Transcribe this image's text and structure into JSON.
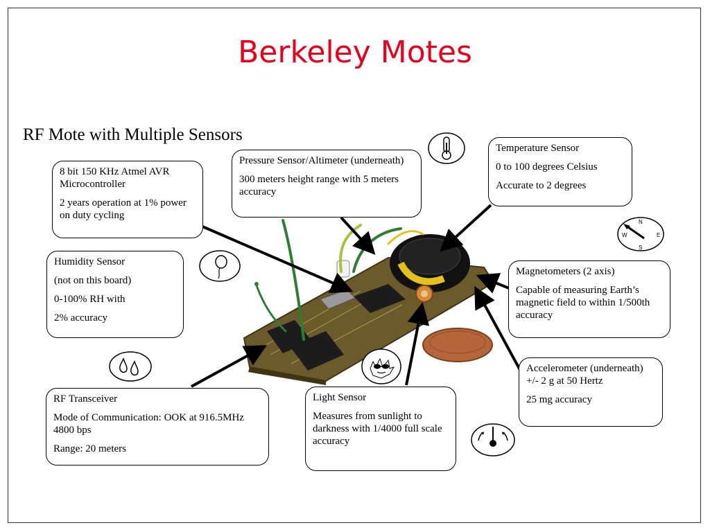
{
  "title": "Berkeley Motes",
  "subtitle": "RF Mote with Multiple Sensors",
  "callouts": {
    "microcontroller": {
      "heading": "8 bit 150 KHz Atmel AVR Microcontroller",
      "detail": "2 years operation at 1% power on duty cycling"
    },
    "pressure": {
      "heading": "Pressure Sensor/Altimeter (underneath)",
      "detail": "300 meters height range with 5 meters accuracy"
    },
    "temperature": {
      "heading": "Temperature Sensor",
      "detail": "0 to 100 degrees Celsius",
      "accuracy": "Accurate to 2 degrees"
    },
    "humidity": {
      "heading": "Humidity Sensor",
      "note": "(not on this board)",
      "range": "0-100% RH with",
      "accuracy": "2% accuracy"
    },
    "magnetometer": {
      "heading": "Magnetometers (2 axis)",
      "detail": "Capable of measuring Earth’s magnetic field to within 1/500th accuracy"
    },
    "accelerometer": {
      "heading": "Accelerometer (underneath) +/- 2 g at 50 Hertz",
      "detail": "25 mg accuracy"
    },
    "rf": {
      "heading": "RF Transceiver",
      "detail": "Mode of Communication:  OOK at 916.5MHz 4800 bps",
      "range": "Range: 20 meters"
    },
    "light": {
      "heading": "Light Sensor",
      "detail": "Measures from sunlight to darkness with 1/4000 full scale accuracy"
    }
  },
  "compass_labels": {
    "n": "N",
    "s": "S",
    "e": "E",
    "w": "W"
  },
  "icons": [
    "thermometer-icon",
    "compass-icon",
    "balloon-icon",
    "water-drops-icon",
    "sun-with-sunglasses-icon",
    "gravity-icon"
  ],
  "colors": {
    "title": "#e8001c",
    "board": "#6b5a2a",
    "chip": "#1c1c1c",
    "wire": "#2e7d32",
    "coin": "#b5653a"
  }
}
